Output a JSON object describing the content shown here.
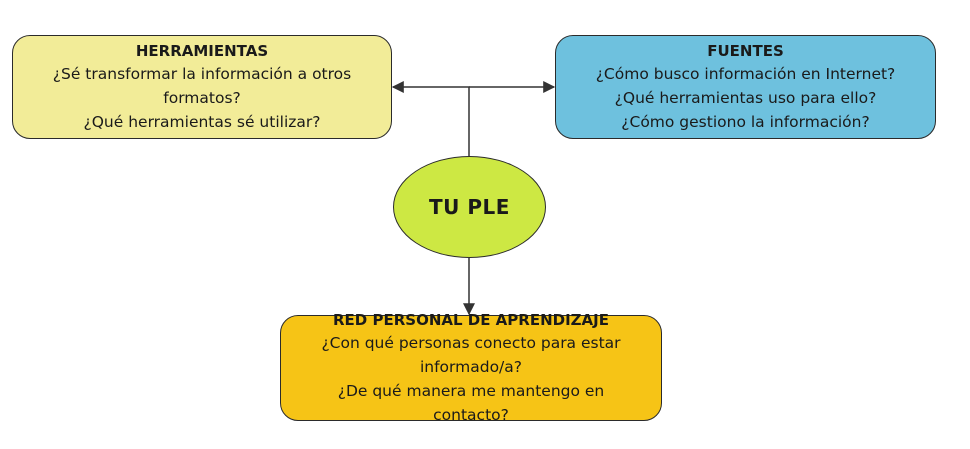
{
  "center": {
    "label": "TU PLE"
  },
  "tools": {
    "title": "HERRAMIENTAS",
    "lines": [
      "¿Sé transformar la información a otros",
      "formatos?",
      "¿Qué herramientas sé utilizar?"
    ]
  },
  "sources": {
    "title": "FUENTES",
    "lines": [
      "¿Cómo busco información en Internet?",
      "¿Qué herramientas uso para ello?",
      "¿Cómo gestiono la información?"
    ]
  },
  "network": {
    "title": "RED PERSONAL DE APRENDIZAJE",
    "lines": [
      "¿Con qué personas conecto para estar",
      "informado/a?",
      "¿De qué manera me mantengo en contacto?"
    ]
  },
  "colors": {
    "tools": "#f2ec98",
    "sources": "#6ec1de",
    "network": "#f6c416",
    "center": "#cde843"
  }
}
